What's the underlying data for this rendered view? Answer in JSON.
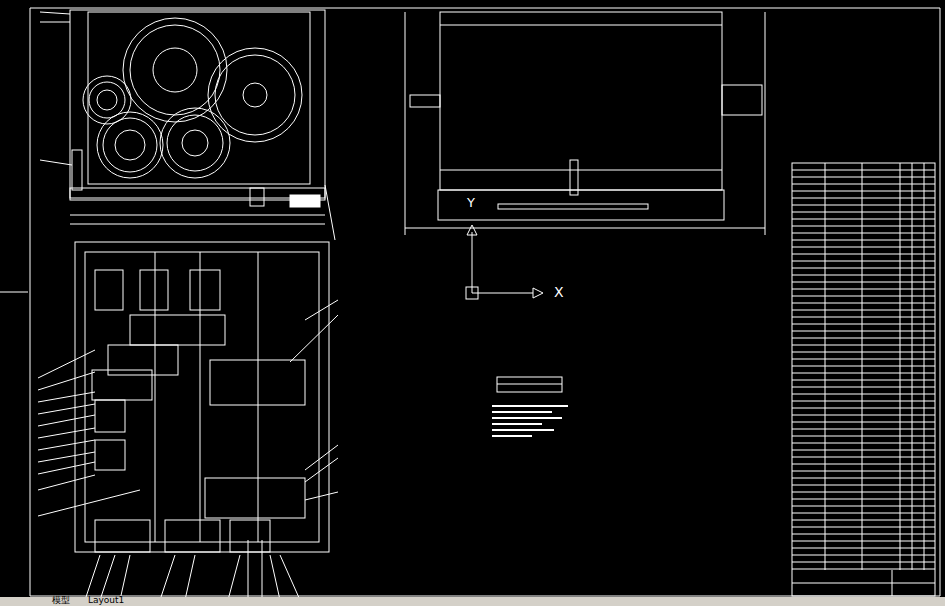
{
  "diagram": {
    "labels": [
      "Y",
      "X",
      "模型",
      "Layout1"
    ]
  }
}
